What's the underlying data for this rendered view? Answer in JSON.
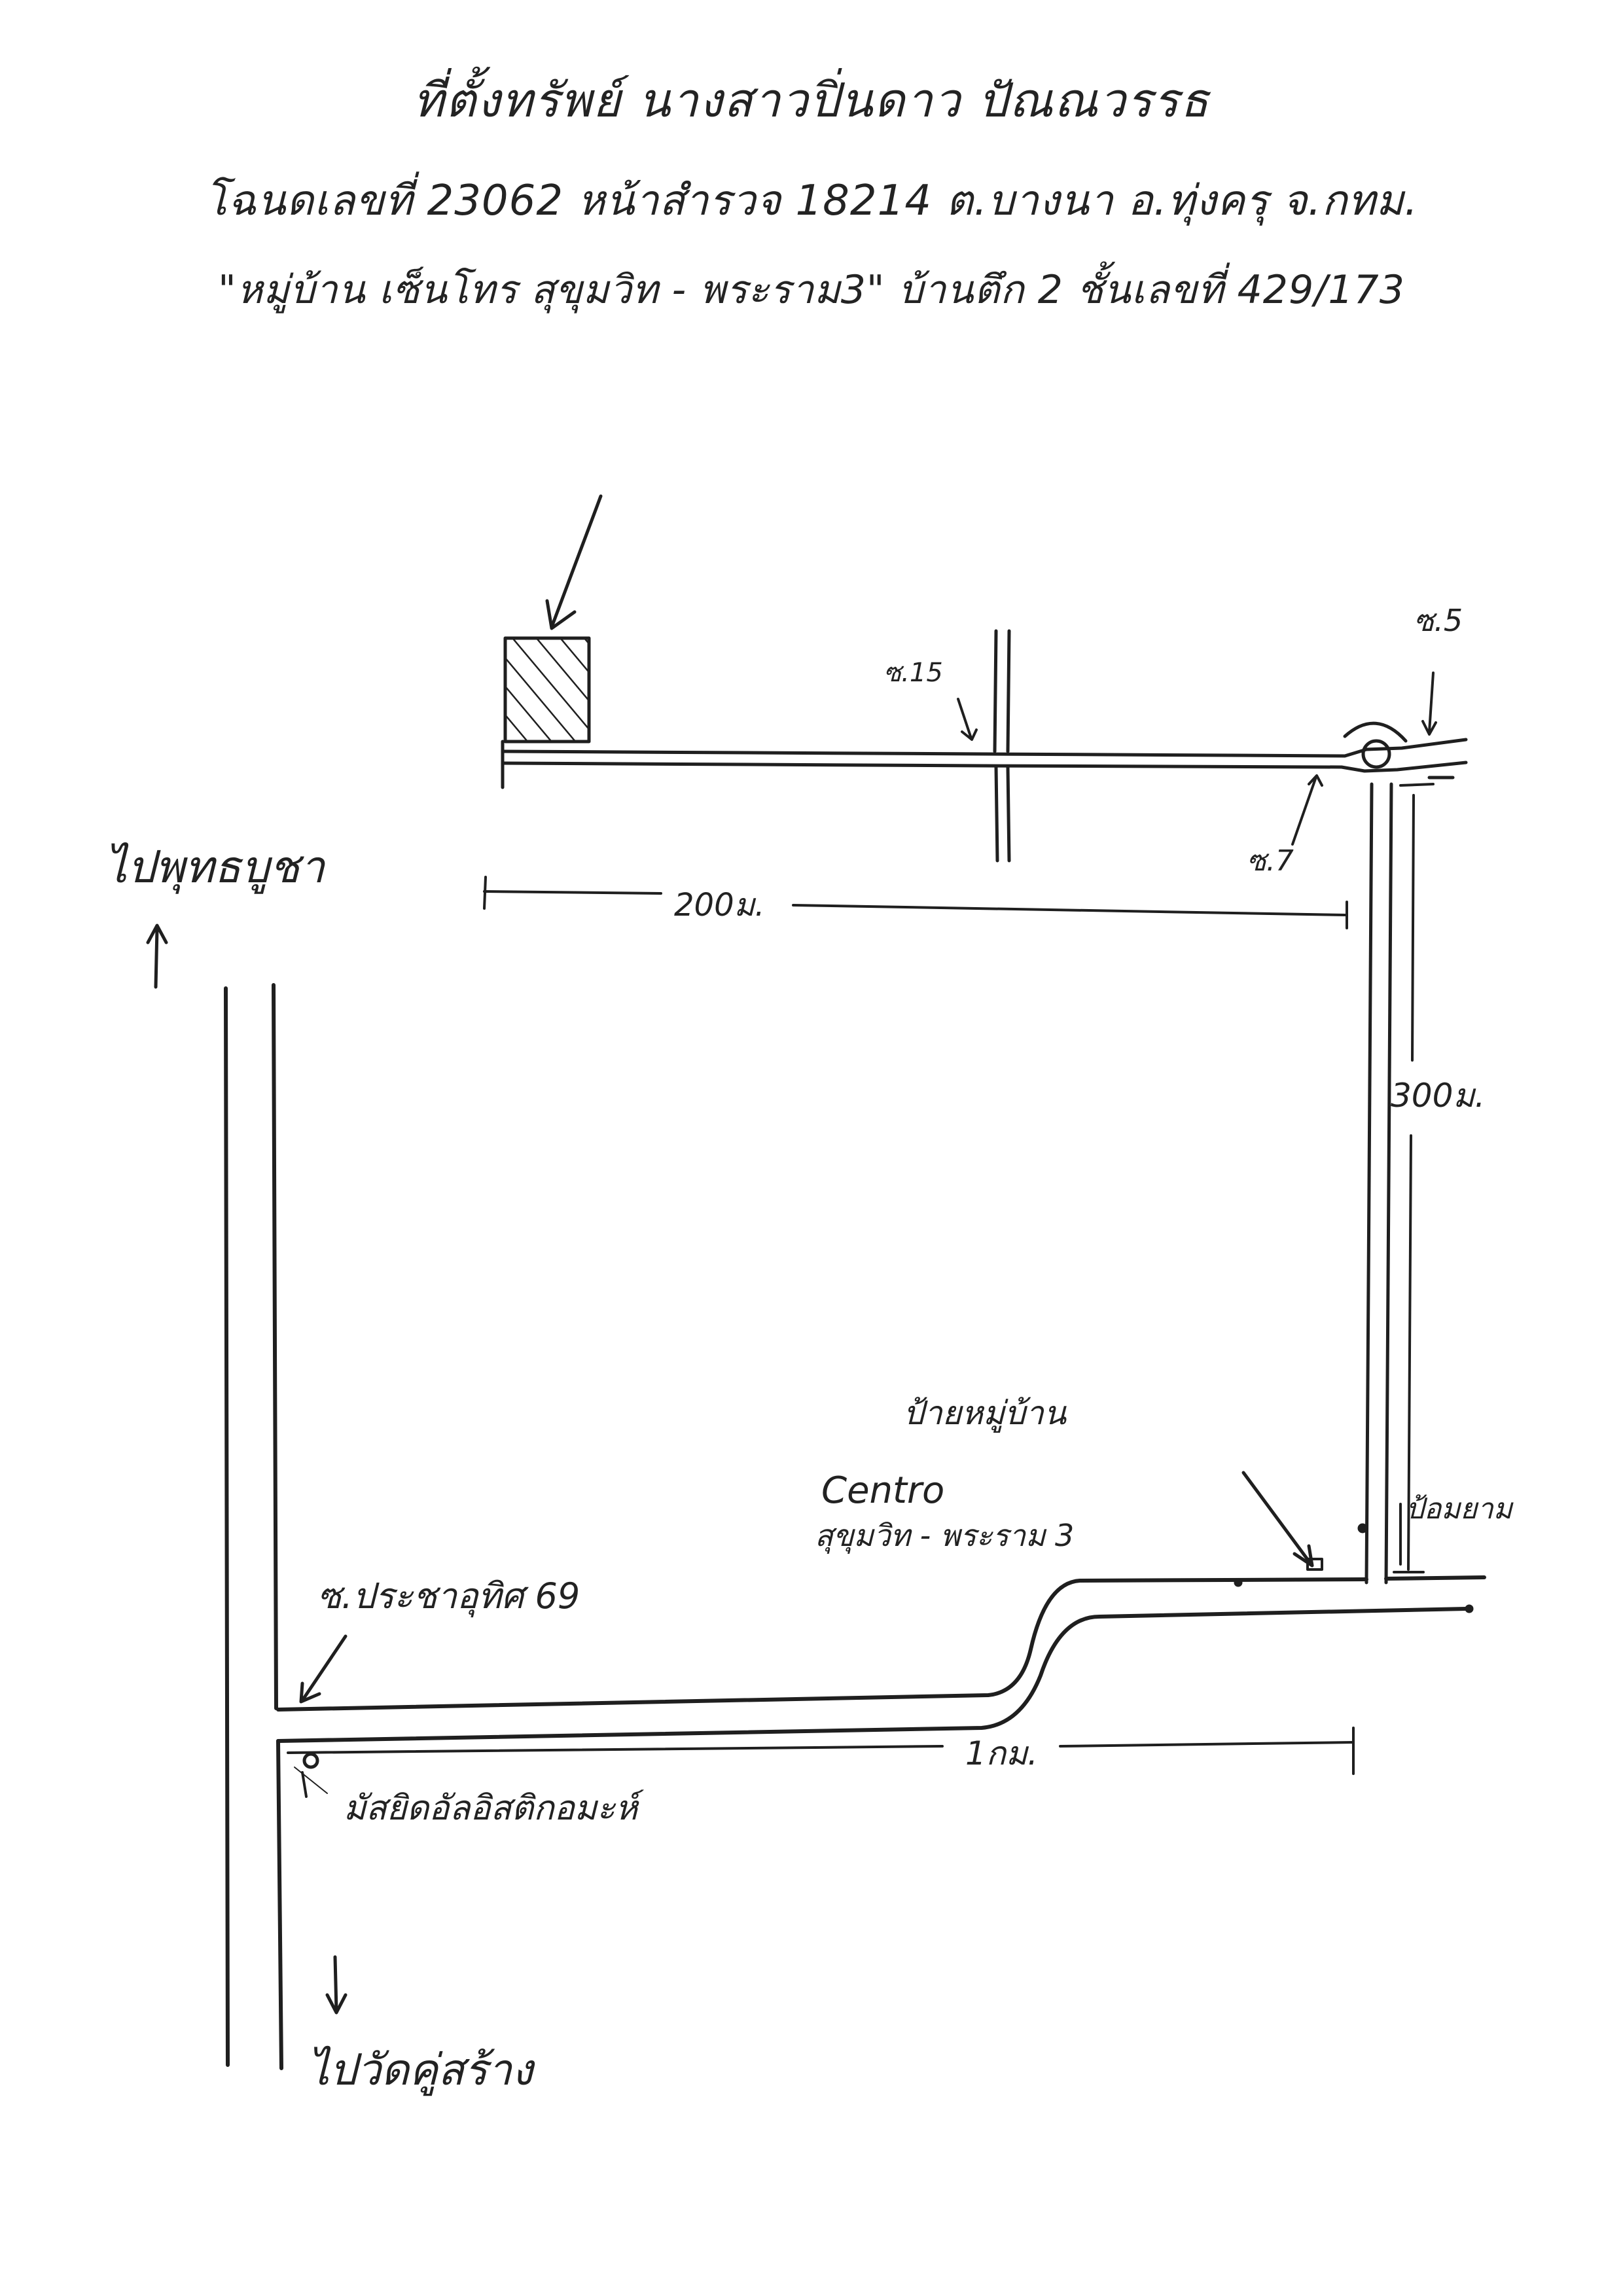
{
  "header": {
    "line1": "ที่ตั้งทรัพย์ นางสาวปิ่นดาว ปัณณวรรธ",
    "line2": "โฉนดเลขที่ 23062 หน้าสำรวจ 18214 ต.บางนา อ.ทุ่งครุ จ.กทม.",
    "line3": "\"หมู่บ้าน เซ็นโทร สุขุมวิท - พระราม3\" บ้านตึก 2 ชั้นเลขที่ 429/173"
  },
  "labels": {
    "to_north": "ไปพุทธบูชา",
    "to_south": "ไปวัดคู่สร้าง",
    "soi15": "ซ.15",
    "soi5": "ซ.5",
    "soi7": "ซ.7",
    "dist200": "200ม.",
    "dist300": "300ม.",
    "dist1km": "1กม.",
    "village_sign": "ป้ายหมู่บ้าน",
    "centro": "Centro",
    "centro_sub": "สุขุมวิท - พระราม 3",
    "guard_post": "ป้อมยาม",
    "soi69": "ซ.ประชาอุทิศ 69",
    "mosque": "มัสยิดอัลอิสติกอมะห์"
  },
  "colors": {
    "ink": "#1f1f1f",
    "paper": "#ffffff"
  }
}
